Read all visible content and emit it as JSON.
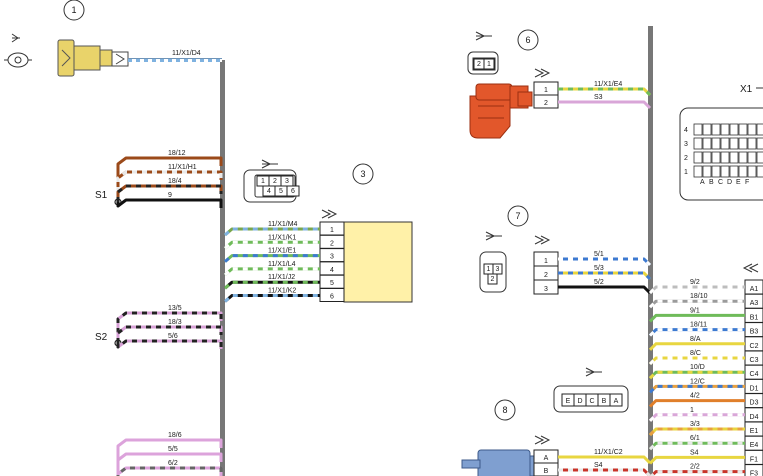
{
  "components": {
    "c1": {
      "number": "1",
      "wire": "11/X1/D4"
    },
    "c3": {
      "number": "3",
      "plug_pins": [
        "1",
        "2",
        "3",
        "4",
        "5",
        "6"
      ],
      "pins": [
        "1",
        "2",
        "3",
        "4",
        "5",
        "6"
      ],
      "wires": [
        "11/X1/M4",
        "11/X1/K1",
        "11/X1/E1",
        "11/X1/L4",
        "11/X1/J2",
        "11/X1/K2"
      ]
    },
    "c6": {
      "number": "6",
      "plug_pins": [
        "2",
        "1"
      ],
      "pins": [
        "1",
        "2"
      ],
      "wires": [
        "11/X1/E4",
        "S3"
      ]
    },
    "c7": {
      "number": "7",
      "plug_pins": [
        "1",
        "3",
        "2"
      ],
      "pins": [
        "1",
        "2",
        "3"
      ],
      "wires": [
        "5/1",
        "5/3",
        "5/2"
      ]
    },
    "c8": {
      "number": "8",
      "plug_pins": [
        "E",
        "D",
        "C",
        "B",
        "A"
      ],
      "pins": [
        "A",
        "B"
      ],
      "wires": [
        "11/X1/C2",
        "S4"
      ]
    }
  },
  "switches": {
    "s1": {
      "label": "S1",
      "wires": [
        "18/12",
        "11/X1/H1",
        "18/4",
        "9"
      ]
    },
    "s2": {
      "label": "S2",
      "wires": [
        "13/5",
        "18/3",
        "5/6"
      ]
    },
    "s3": {
      "wires": [
        "18/6",
        "5/5",
        "6/2"
      ]
    }
  },
  "ecu": {
    "label": "X1",
    "row_numbers": [
      "4",
      "3",
      "2",
      "1"
    ],
    "column_letters": [
      "A",
      "B",
      "C",
      "D",
      "E",
      "F"
    ],
    "pins": [
      "A1",
      "A3",
      "B1",
      "B3",
      "C2",
      "C3",
      "C4",
      "D1",
      "D3",
      "D4",
      "E1",
      "E4",
      "F1",
      "F3"
    ],
    "wires": [
      "9/2",
      "18/10",
      "9/1",
      "18/11",
      "8/A",
      "8/C",
      "10/D",
      "12/C",
      "4/2",
      "1",
      "3/3",
      "6/1",
      "S4",
      "2/2"
    ]
  }
}
